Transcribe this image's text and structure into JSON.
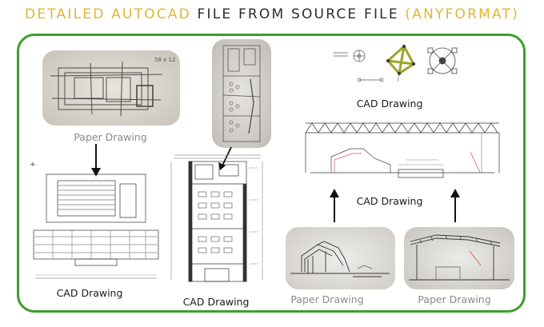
{
  "title": {
    "part1": "DETAILED AUTOCAD",
    "part2": "FILE FROM SOURCE FILE",
    "part3": "(ANYFORMAT)"
  },
  "labels": {
    "paper_drawing_1": "Paper Drawing",
    "cad_drawing_1": "CAD Drawing",
    "cad_drawing_2": "CAD Drawing",
    "cad_drawing_top": "CAD Drawing",
    "cad_drawing_mid": "CAD Drawing",
    "paper_drawing_2": "Paper Drawing",
    "paper_drawing_3": "Paper Drawing"
  },
  "sketch_note": "58 x 12",
  "colors": {
    "gold": "#e0b72c",
    "title_dark": "#2b2b2b",
    "frame_green": "#3aa12a",
    "truss_green": "#9aa62a",
    "label_gray": "#8a8a8a"
  }
}
